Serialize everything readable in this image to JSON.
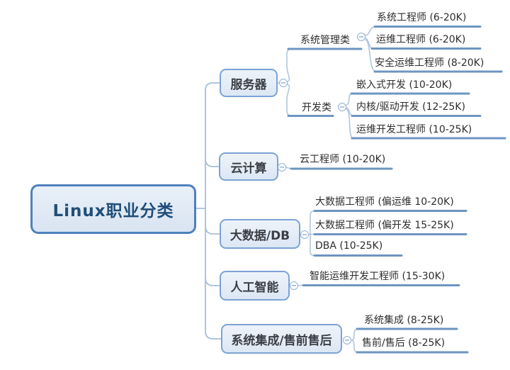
{
  "root": {
    "label": "Linux职业分类"
  },
  "branches": [
    {
      "label": "服务器",
      "groups": [
        {
          "label": "系统管理类",
          "children": [
            "系统工程师 (6-20K)",
            "运维工程师 (6-20K)",
            "安全运维工程师 (8-20K)"
          ]
        },
        {
          "label": "开发类",
          "children": [
            "嵌入式开发 (10-20K)",
            "内核/驱动开发 (12-25K)",
            "运维开发工程师 (10-25K)"
          ]
        }
      ]
    },
    {
      "label": "云计算",
      "children": [
        "云工程师 (10-20K)"
      ]
    },
    {
      "label": "大数据/DB",
      "children": [
        "大数据工程师 (偏运维 10-20K)",
        "大数据工程师 (偏开发 15-25K)",
        "DBA (10-25K)"
      ]
    },
    {
      "label": "人工智能",
      "children": [
        "智能运维开发工程师 (15-30K)"
      ]
    },
    {
      "label": "系统集成/售前售后",
      "children": [
        "系统集成 (8-25K)",
        "售前/售后 (8-25K)"
      ]
    }
  ],
  "icons": {
    "collapse_glyph": "−"
  },
  "colors": {
    "underline": "#6d95c1",
    "connector": "#aec5de",
    "node_border": "#7ba3d4",
    "node_fill": "#e4ecf6",
    "root_border": "#4e81bd",
    "root_text": "#1f4e79"
  }
}
